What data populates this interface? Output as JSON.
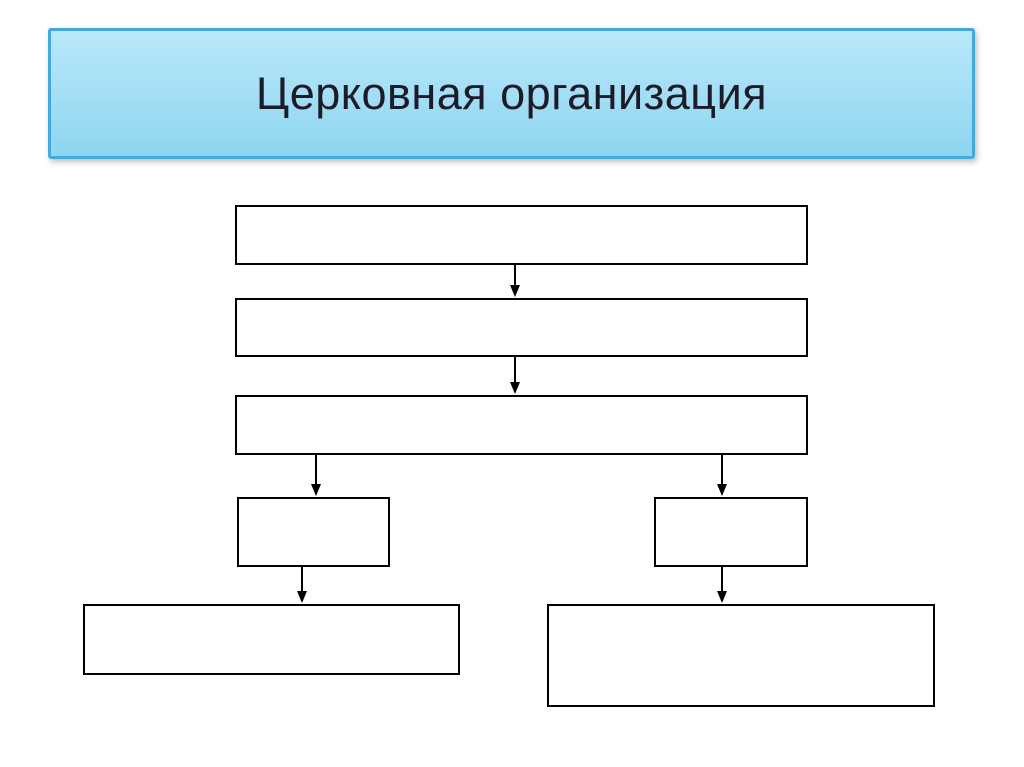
{
  "slide": {
    "title": "Церковная организация",
    "colors": {
      "slide_bg": "#ffffff",
      "title_bg_top": "#b9e8fb",
      "title_bg_bottom": "#8ed5f0",
      "title_border": "#44aadd",
      "title_text": "#1c1c28",
      "node_bg": "#ffffff",
      "node_border": "#000000"
    }
  },
  "diagram": {
    "type": "flowchart",
    "description": "Vertical hierarchy of empty boxes connected by downward arrows; third level splits into two branches, each leading to one wider bottom box",
    "nodes": [
      {
        "id": "row-1-box",
        "label": ""
      },
      {
        "id": "row-2-box",
        "label": ""
      },
      {
        "id": "row-3-box",
        "label": ""
      },
      {
        "id": "left-branch-box",
        "label": ""
      },
      {
        "id": "right-branch-box",
        "label": ""
      },
      {
        "id": "left-leaf-box",
        "label": ""
      },
      {
        "id": "right-leaf-box",
        "label": ""
      }
    ],
    "edges": [
      {
        "from": "row-1-box",
        "to": "row-2-box"
      },
      {
        "from": "row-2-box",
        "to": "row-3-box"
      },
      {
        "from": "row-3-box",
        "to": "left-branch-box"
      },
      {
        "from": "row-3-box",
        "to": "right-branch-box"
      },
      {
        "from": "left-branch-box",
        "to": "left-leaf-box"
      },
      {
        "from": "right-branch-box",
        "to": "right-leaf-box"
      }
    ]
  }
}
